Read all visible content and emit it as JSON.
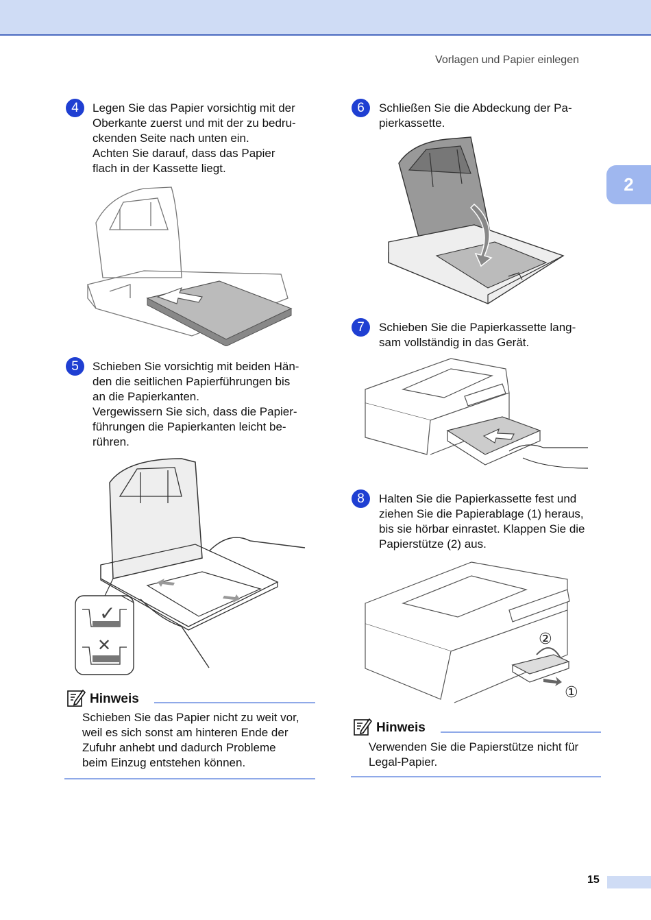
{
  "header": {
    "title": "Vorlagen und Papier einlegen"
  },
  "chapter_tab": "2",
  "steps": [
    {
      "num": "4",
      "lines": [
        "Legen Sie das Papier vorsichtig mit der",
        "Oberkante zuerst und mit der zu bedru-",
        "ckenden Seite nach unten ein.",
        "Achten Sie darauf, dass das Papier",
        "flach in der Kassette liegt."
      ]
    },
    {
      "num": "5",
      "lines": [
        "Schieben Sie vorsichtig mit beiden Hän-",
        "den die seitlichen Papierführungen bis",
        "an die Papierkanten.",
        "Vergewissern Sie sich, dass die Papier-",
        "führungen die Papierkanten leicht be-",
        "rühren."
      ]
    },
    {
      "num": "6",
      "lines": [
        "Schließen Sie die Abdeckung der Pa-",
        "pierkassette."
      ]
    },
    {
      "num": "7",
      "lines": [
        "Schieben Sie die Papierkassette lang-",
        "sam vollständig in das Gerät."
      ]
    },
    {
      "num": "8",
      "lines": [
        "Halten Sie die Papierkassette fest und",
        "ziehen Sie die Papierablage (1) heraus,",
        "bis sie hörbar einrastet. Klappen Sie die",
        "Papierstütze (2) aus."
      ]
    }
  ],
  "notes": [
    {
      "title": "Hinweis",
      "lines": [
        "Schieben Sie das Papier nicht zu weit vor,",
        "weil es sich sonst am hinteren Ende der",
        "Zufuhr anhebt und dadurch Probleme",
        "beim Einzug entstehen können."
      ]
    },
    {
      "title": "Hinweis",
      "lines": [
        "Verwenden Sie die Papierstütze nicht für",
        "Legal-Papier."
      ]
    }
  ],
  "figure_labels": {
    "callout_1": "①",
    "callout_2": "②",
    "check": "✓",
    "cross": "✕"
  },
  "page_number": "15",
  "icons": [
    "note-pencil-icon"
  ]
}
